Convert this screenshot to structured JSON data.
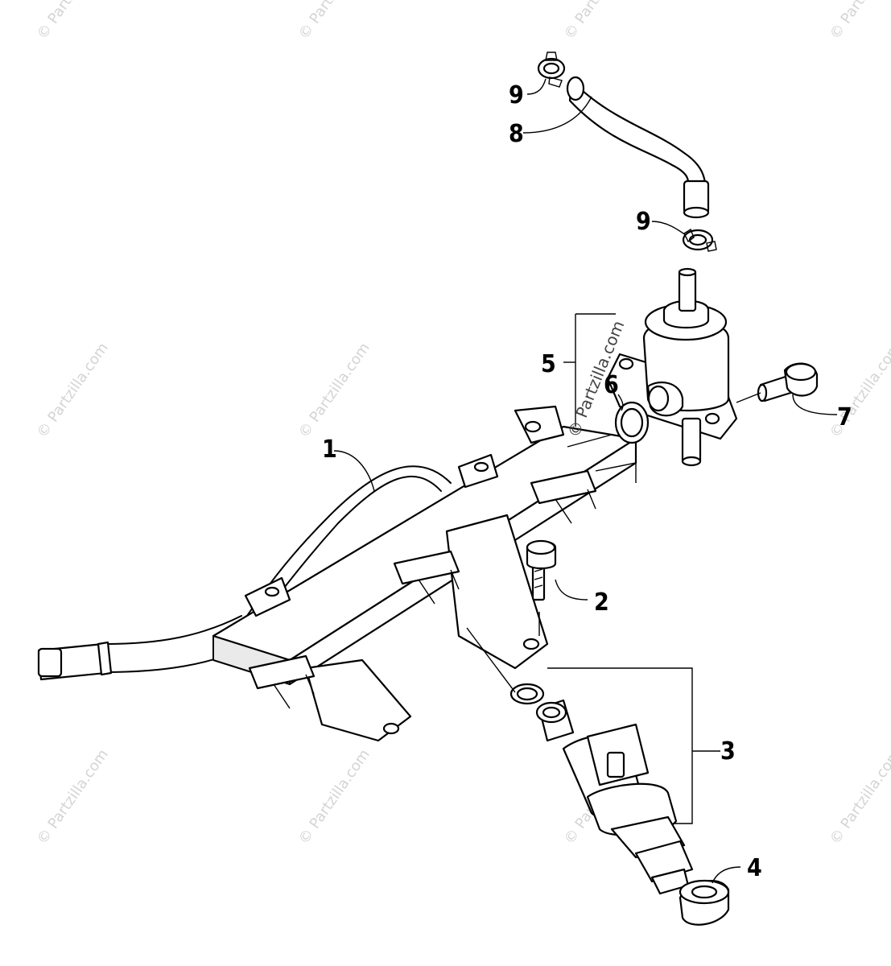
{
  "watermark": {
    "text": "© Partzilla.com"
  },
  "center_watermark": "© Partzilla.com",
  "callouts": {
    "c1": "1",
    "c2": "2",
    "c3": "3",
    "c4": "4",
    "c5": "5",
    "c6": "6",
    "c7": "7",
    "c8": "8",
    "c9a": "9",
    "c9b": "9"
  }
}
